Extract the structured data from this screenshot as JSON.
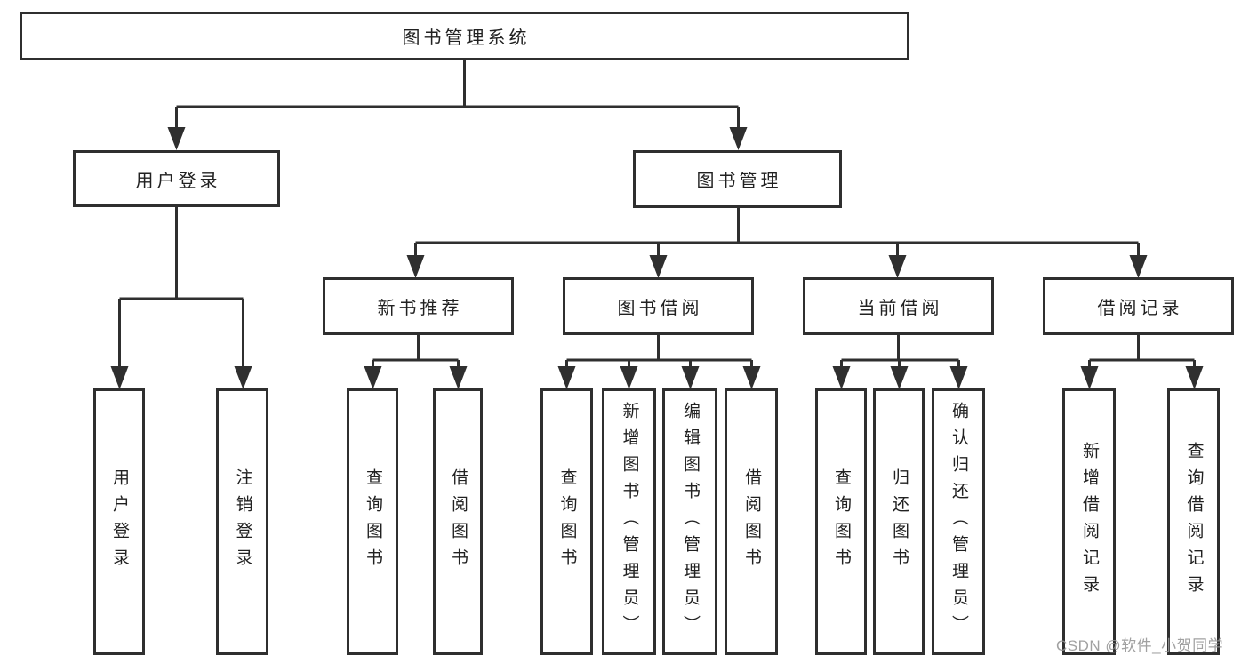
{
  "colors": {
    "line": "#2f2f2f",
    "box_border": "#2f2f2f",
    "text": "#212121",
    "background": "#ffffff",
    "watermark": "#949494"
  },
  "tree": {
    "root": "图书管理系统",
    "branches": [
      {
        "label": "用户登录",
        "children": [
          {
            "label": "用户登录"
          },
          {
            "label": "注销登录"
          }
        ]
      },
      {
        "label": "图书管理",
        "children": [
          {
            "label": "新书推荐",
            "children": [
              {
                "label": "查询图书"
              },
              {
                "label": "借阅图书"
              }
            ]
          },
          {
            "label": "图书借阅",
            "children": [
              {
                "label": "查询图书"
              },
              {
                "label": "新增图书（管理员）"
              },
              {
                "label": "编辑图书（管理员）"
              },
              {
                "label": "借阅图书"
              }
            ]
          },
          {
            "label": "当前借阅",
            "children": [
              {
                "label": "查询图书"
              },
              {
                "label": "归还图书"
              },
              {
                "label": "确认归还（管理员）"
              }
            ]
          },
          {
            "label": "借阅记录",
            "children": [
              {
                "label": "新增借阅记录"
              },
              {
                "label": "查询借阅记录"
              }
            ]
          }
        ]
      }
    ]
  },
  "watermark": "CSDN @软件_小贺同学"
}
